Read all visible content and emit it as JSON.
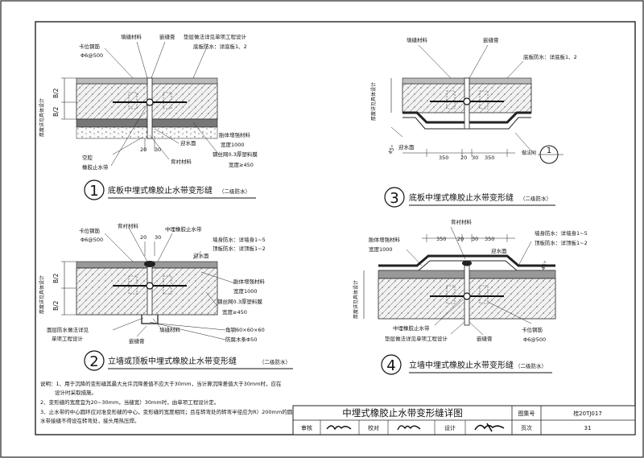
{
  "d1": {
    "num": "1",
    "title": "底板中埋式橡胶止水带变形缝",
    "grade": "（二级防水）",
    "labels": {
      "kawei": "卡位钢筋",
      "kawei_size": "Φ6@500",
      "tianfeng": "填缝材料",
      "qianfeng": "嵌缝膏",
      "diefa": "垫层做法详见单项工程设计",
      "dibanfs": "底板防水：详底板1、2",
      "thick": "厚度详见具体设计",
      "b2a": "B/2",
      "b2b": "B/2",
      "kongqiang": "空腔",
      "rubber": "橡胶止水带",
      "dim20": "20",
      "dim30": "30",
      "yingshui": "迎水面",
      "beichen": "背衬材料",
      "tanti": "胎体增强材料",
      "width1000": "宽度1000",
      "gangsi": "钢丝网0.3厚塑料膜",
      "widthge": "宽度≥450"
    }
  },
  "d2": {
    "num": "2",
    "title": "立墙或顶板中埋式橡胶止水带变形缝",
    "grade": "（二级防水）",
    "labels": {
      "kawei": "卡位钢筋",
      "kawei_size": "Φ6@500",
      "beichen": "背衬材料",
      "dim20": "20",
      "dim30": "30",
      "zhongmai": "中埋橡胶止水带",
      "qiangshen": "墙身防水：详墙身1~5",
      "dingban": "顶板防水：详顶板1~2",
      "yingshui": "迎水面",
      "thick": "厚度详见具体设计",
      "b2a": "B/2",
      "b2b": "B/2",
      "tanti": "胎体增强材料",
      "width1000": "宽度1000",
      "gangsi": "钢丝网0.3厚塑料膜",
      "widthge": "宽度≥450",
      "mianceng": "面层防水做法详见",
      "dangxiang": "单项工程设计",
      "tianfeng": "填缝材料",
      "qianfeng": "嵌缝膏",
      "jiaogang": "角钢60×60×60",
      "fanghu": "防腐木条Φ50"
    }
  },
  "d3": {
    "num": "3",
    "title": "底板中埋式橡胶止水带变形缝",
    "grade": "（二级防水）",
    "labels": {
      "tianfeng": "填缝材料",
      "qianfeng": "嵌缝膏",
      "dibanfs": "底板防水：详底板1、2",
      "thick": "厚度详见具体设计",
      "deg45": "45°",
      "yingshui": "迎水面",
      "d350a": "350",
      "d20": "20",
      "d30": "30",
      "d350b": "350",
      "tongshang": "做法同",
      "circ1": "1"
    }
  },
  "d4": {
    "num": "4",
    "title": "立墙中埋式橡胶止水带变形缝",
    "grade": "（二级防水）",
    "labels": {
      "tanti": "胎体增强材料",
      "beichen": "背衬材料",
      "width1000": "宽度1000",
      "d350a": "350",
      "d20": "20",
      "d30": "30",
      "d350b": "350",
      "qiangshen": "墙身防水：详墙身1~5",
      "dingban": "顶板防水：详顶板1~2",
      "yingshui": "迎水面",
      "deg45": "45°",
      "thick": "厚度详见具体设计",
      "zhongmai": "中埋橡胶止水带",
      "diefa": "垫层做法详见单项工程设计",
      "qianfeng": "嵌缝膏",
      "kawei": "卡位钢筋",
      "kawei_size": "Φ6@500"
    }
  },
  "notes": [
    "说明：1、用于沉降的变形缝其最大允许沉降差值不应大于30mm，当计算沉降差值大于30mm时，应在",
    "设计时采取措施。",
    "2、变形缝的宽度宜为20~30mm，当缝宽）30mm时，由单项工程设计定。",
    "3、止水带的中心圆环应对准变形缝的中心，变形缝的宽度相同；且在转弯处的转弯半径应为R）200mm的圆形；止",
    "水带接缝不得设在转弯处，接头用热压焊。"
  ],
  "titleblock": {
    "title": "中埋式橡胶止水带变形缝详图",
    "atlas_label": "图集号",
    "atlas_no": "桂20TJ017",
    "review": "审核",
    "check": "校对",
    "design": "设计",
    "page_label": "页次",
    "page_no": "31"
  }
}
